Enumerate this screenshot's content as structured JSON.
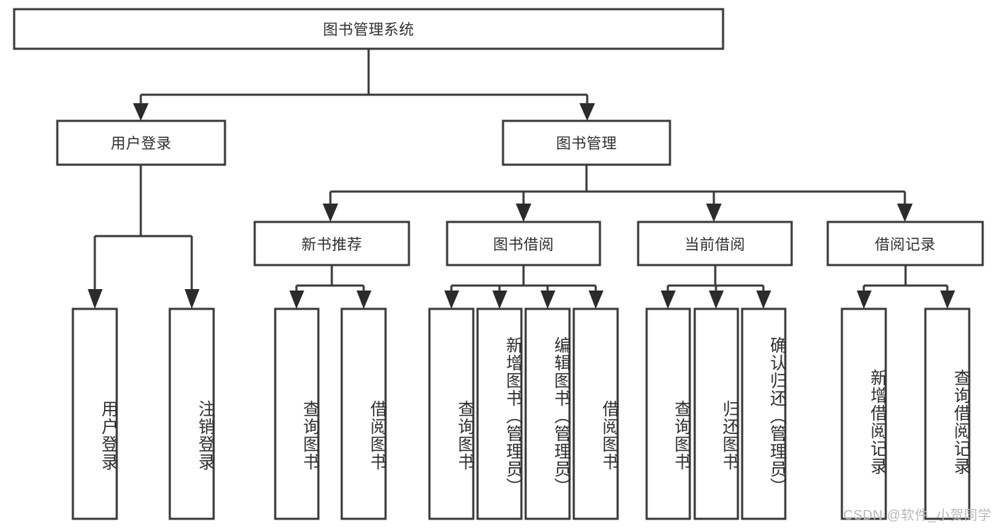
{
  "diagram": {
    "type": "tree-hierarchy",
    "title": "图书管理系统",
    "watermark": "CSDN @软件_小贺同学",
    "colors": {
      "box_stroke": "#3a3a3a",
      "box_fill": "#ffffff",
      "text": "#2f2f2f",
      "connector": "#3a3a3a",
      "watermark": "#b8b8b8",
      "background": "#ffffff"
    },
    "levels": {
      "root": "图书管理系统",
      "level2": [
        "用户登录",
        "图书管理"
      ],
      "level3": [
        "新书推荐",
        "图书借阅",
        "当前借阅",
        "借阅记录"
      ]
    },
    "nodes": {
      "root": {
        "label": "图书管理系统"
      },
      "user_login": {
        "label": "用户登录"
      },
      "book_mgmt": {
        "label": "图书管理"
      },
      "new_book_rec": {
        "label": "新书推荐"
      },
      "book_borrow": {
        "label": "图书借阅"
      },
      "current_borrow": {
        "label": "当前借阅"
      },
      "borrow_record": {
        "label": "借阅记录"
      }
    },
    "leaves": {
      "user_login": [
        {
          "label": "用户登录"
        },
        {
          "label": "注销登录"
        }
      ],
      "new_book_rec": [
        {
          "label": "查询图书"
        },
        {
          "label": "借阅图书"
        }
      ],
      "book_borrow": [
        {
          "label": "查询图书"
        },
        {
          "label": "新增图书（管理员）"
        },
        {
          "label": "编辑图书（管理员）"
        },
        {
          "label": "借阅图书"
        }
      ],
      "current_borrow": [
        {
          "label": "查询图书"
        },
        {
          "label": "归还图书"
        },
        {
          "label": "确认归还（管理员）"
        }
      ],
      "borrow_record": [
        {
          "label": "新增借阅记录"
        },
        {
          "label": "查询借阅记录"
        }
      ]
    }
  }
}
